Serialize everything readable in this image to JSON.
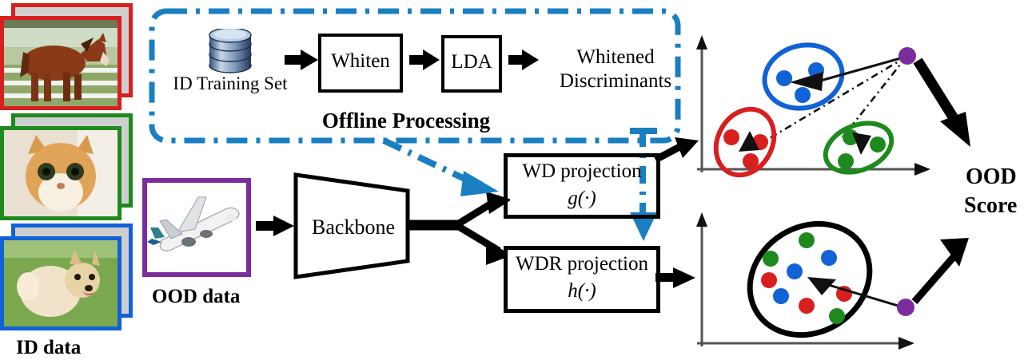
{
  "diagram": {
    "title": "OOD detection pipeline with whitened discriminants",
    "offline": {
      "group_label": "Offline Processing",
      "border_color": "#1a7fc1",
      "nodes": [
        {
          "name": "id-training-set",
          "label": "ID Training Set",
          "icon": "database-icon"
        },
        {
          "name": "whiten-box",
          "label": "Whiten"
        },
        {
          "name": "lda-box",
          "label": "LDA"
        },
        {
          "name": "whitened-discriminants",
          "label_line1": "Whitened",
          "label_line2": "Discriminants"
        }
      ]
    },
    "inputs": {
      "id_label": "ID data",
      "ood_label": "OOD data",
      "id_stack": [
        {
          "name": "id-image-horse",
          "color": "#d81f1f",
          "subject": "horse-photo"
        },
        {
          "name": "id-image-cat",
          "color": "#1e8a1e",
          "subject": "cat-photo"
        },
        {
          "name": "id-image-dog",
          "color": "#1062d6",
          "subject": "dog-photo"
        }
      ],
      "ood_image": {
        "name": "ood-image-airplane",
        "color": "#7b2d9e",
        "subject": "airplane-photo"
      }
    },
    "backbone": {
      "name": "backbone-block",
      "label": "Backbone",
      "shape": "trapezoid"
    },
    "projections": [
      {
        "name": "wd-projection-box",
        "line1": "WD projection",
        "line2": "g(·)"
      },
      {
        "name": "wdr-projection-box",
        "line1": "WDR projection",
        "line2": "h(·)"
      }
    ],
    "output": {
      "label_line1": "OOD",
      "label_line2": "Score"
    }
  },
  "chart_data": [
    {
      "type": "scatter",
      "name": "wd-projection-plot",
      "title": "",
      "xlabel": "",
      "ylabel": "",
      "xlim": [
        0,
        100
      ],
      "ylim": [
        0,
        100
      ],
      "grid": false,
      "legend": "none",
      "clusters": [
        {
          "name": "blue-cluster",
          "color": "#1062d6",
          "ellipse": {
            "cx": 56,
            "cy": 72,
            "rx": 17,
            "ry": 13,
            "rot": -18
          },
          "points": [
            [
              46,
              73
            ],
            [
              63,
              78
            ],
            [
              55,
              62
            ]
          ],
          "centroid_marker": "triangle-up"
        },
        {
          "name": "red-cluster",
          "color": "#d81f1f",
          "ellipse": {
            "cx": 20,
            "cy": 27,
            "rx": 12,
            "ry": 15,
            "rot": 28
          },
          "points": [
            [
              15,
              31
            ],
            [
              25,
              27
            ],
            [
              21,
              18
            ]
          ],
          "centroid_marker": "triangle-up"
        },
        {
          "name": "green-cluster",
          "color": "#1e8a1e",
          "ellipse": {
            "cx": 80,
            "cy": 25,
            "rx": 15,
            "ry": 10,
            "rot": -22
          },
          "points": [
            [
              77,
              31
            ],
            [
              87,
              26
            ],
            [
              74,
              17
            ]
          ],
          "centroid_marker": "triangle-down"
        }
      ],
      "ood_point": {
        "name": "ood-sample-point",
        "color": "#7b2d9e",
        "x": 100,
        "y": 80
      },
      "annotations": [
        {
          "type": "solid-arrow",
          "from": "ood_point",
          "to": "blue-cluster-centroid"
        },
        {
          "type": "dashdot-line",
          "from": "ood_point",
          "to": "red-cluster-centroid"
        },
        {
          "type": "dashdot-line",
          "from": "ood_point",
          "to": "green-cluster-centroid"
        }
      ]
    },
    {
      "type": "scatter",
      "name": "wdr-projection-plot",
      "title": "",
      "xlabel": "",
      "ylabel": "",
      "xlim": [
        0,
        100
      ],
      "ylim": [
        0,
        100
      ],
      "grid": false,
      "legend": "none",
      "clusters": [
        {
          "name": "merged-id-cluster",
          "color": "#000000",
          "ellipse": {
            "cx": 48,
            "cy": 58,
            "rx": 26,
            "ry": 20,
            "rot": -32
          },
          "points": [
            {
              "x": 47,
              "y": 82,
              "color": "#1e8a1e"
            },
            {
              "x": 32,
              "y": 70,
              "color": "#1e8a1e"
            },
            {
              "x": 62,
              "y": 70,
              "color": "#1062d6"
            },
            {
              "x": 42,
              "y": 60,
              "color": "#1062d6"
            },
            {
              "x": 31,
              "y": 56,
              "color": "#d81f1f"
            },
            {
              "x": 35,
              "y": 43,
              "color": "#1062d6"
            },
            {
              "x": 47,
              "y": 37,
              "color": "#d81f1f"
            },
            {
              "x": 63,
              "y": 44,
              "color": "#d81f1f"
            },
            {
              "x": 60,
              "y": 29,
              "color": "#1e8a1e"
            }
          ]
        }
      ],
      "ood_point": {
        "name": "ood-sample-point",
        "color": "#7b2d9e",
        "x": 92,
        "y": 38
      },
      "annotations": [
        {
          "type": "solid-arrow",
          "from": "ood_point",
          "to": "merged-id-cluster-center"
        }
      ]
    }
  ]
}
